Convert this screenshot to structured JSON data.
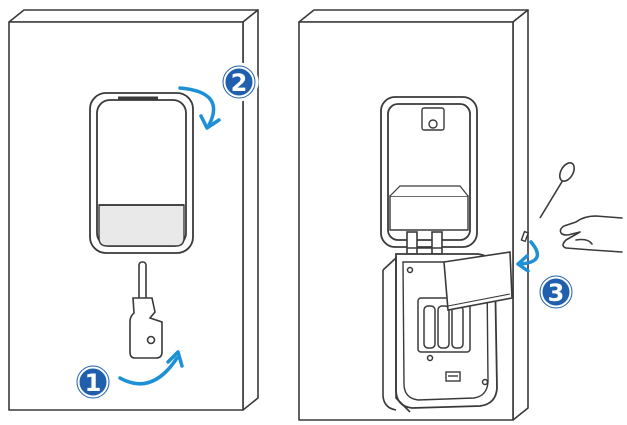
{
  "illustration": {
    "colors": {
      "line": "#3a3a3a",
      "accent_blue": "#1e90d6",
      "badge_fill": "#1f5fae",
      "badge_ring": "#ffffff",
      "panel_fill": "#ffffff",
      "shade": "#e9e9e9"
    },
    "steps": [
      {
        "number": "1",
        "icon": "curved-arrow-icon"
      },
      {
        "number": "2",
        "icon": "rotate-arrow-icon"
      },
      {
        "number": "3",
        "icon": "rotate-arrow-icon"
      }
    ],
    "panels": [
      {
        "name": "left-panel",
        "depicts": [
          "wall-plate",
          "keybox-front",
          "key-tool"
        ]
      },
      {
        "name": "right-panel",
        "depicts": [
          "keybox-open",
          "battery-compartment",
          "cotton-swab",
          "hand"
        ]
      }
    ]
  }
}
